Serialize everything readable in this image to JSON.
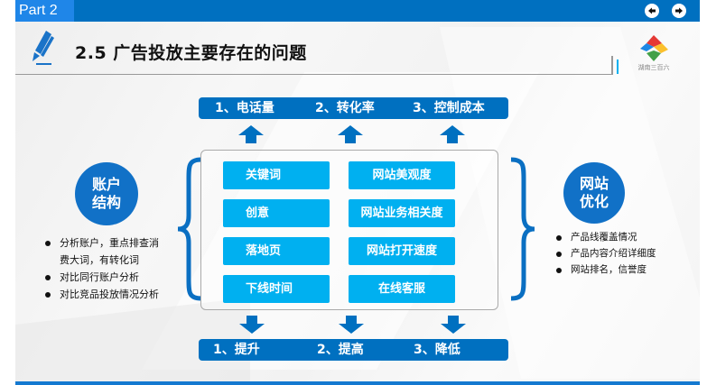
{
  "header": {
    "part_label": "Part 2",
    "title": "2.5 广告投放主要存在的问题",
    "nav": {
      "prev_icon": "arrow-left-icon",
      "next_icon": "arrow-right-icon"
    },
    "logo_text": "湖南三百六"
  },
  "top_bar": {
    "items": [
      "1、电话量",
      "2、转化率",
      "3、控制成本"
    ]
  },
  "bottom_bar": {
    "items": [
      "1、提升",
      "2、提高",
      "3、降低"
    ]
  },
  "grid": {
    "left": [
      "关键词",
      "创意",
      "落地页",
      "下线时间"
    ],
    "right": [
      "网站美观度",
      "网站业务相关度",
      "网站打开速度",
      "在线客服"
    ]
  },
  "left_section": {
    "circle_line1": "账户",
    "circle_line2": "结构",
    "bullets": [
      "分析账户，重点排查消费大词，有转化词",
      "对比同行账户分析",
      "对比竞品投放情况分析"
    ]
  },
  "right_section": {
    "circle_line1": "网站",
    "circle_line2": "优化",
    "bullets": [
      "产品线覆盖情况",
      "产品内容介绍详细度",
      "网站排名，信誉度"
    ]
  },
  "colors": {
    "primary": "#0070c0",
    "cell": "#00b0f0",
    "part_tab": "#1f86e8"
  }
}
